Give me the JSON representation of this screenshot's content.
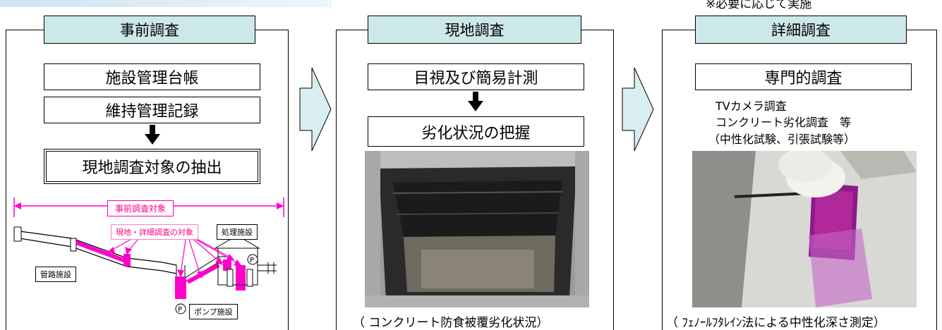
{
  "top_strip_color": "#cfe3f2",
  "header_color": "#cce8e8",
  "arrow_color": "#d8eef0",
  "note_top": "※必要に応じて実施",
  "panels": [
    {
      "title": "事前調査",
      "boxes": [
        "施設管理台帳",
        "維持管理記録"
      ],
      "result": "現地調査対象の抽出",
      "diagram": {
        "span_label": "事前調査対象",
        "target_label": "現地・詳細調査の対象",
        "treatment_label": "処理施設",
        "pipe_label": "管路施設",
        "pump_label": "ポンプ施設",
        "pump_symbol": "℗",
        "accent": "#ff00cc"
      }
    },
    {
      "title": "現地調査",
      "boxes": [
        "目視及び簡易計測"
      ],
      "result": "劣化状況の把握",
      "caption": "（ コンクリート防食被覆劣化状況）"
    },
    {
      "title": "詳細調査",
      "boxes": [
        "専門的調査"
      ],
      "details": [
        "TVカメラ調査",
        "コンクリート劣化調査　等",
        "（中性化試験、引張試験等）"
      ],
      "caption": "（ ﾌｪﾉｰﾙﾌﾀﾚｲﾝ法による中性化深さ測定）"
    }
  ]
}
